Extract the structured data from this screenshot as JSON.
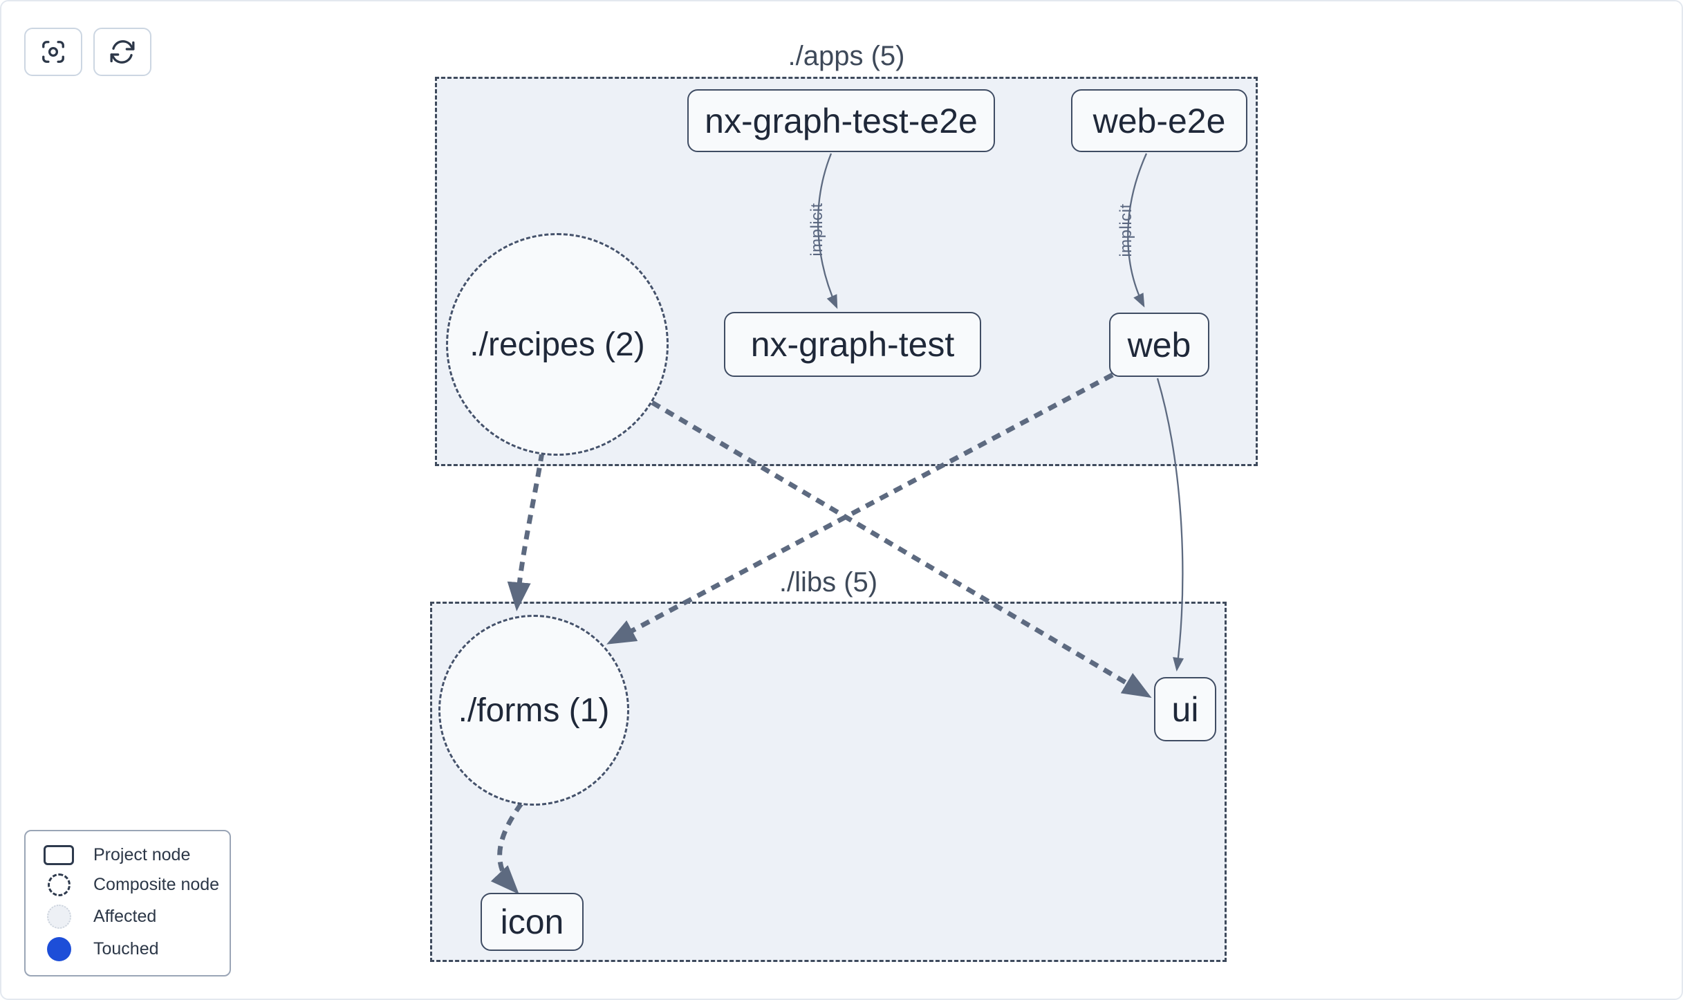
{
  "toolbar": {
    "buttons": [
      {
        "name": "focus",
        "icon": "focus-icon"
      },
      {
        "name": "refresh",
        "icon": "refresh-icon"
      }
    ]
  },
  "graph": {
    "groups": [
      {
        "id": "apps",
        "title": "./apps (5)"
      },
      {
        "id": "libs",
        "title": "./libs (5)"
      }
    ],
    "nodes": {
      "nx_graph_test_e2e": {
        "label": "nx-graph-test-e2e",
        "type": "project",
        "group": "./apps (5)"
      },
      "web_e2e": {
        "label": "web-e2e",
        "type": "project",
        "group": "./apps (5)"
      },
      "recipes": {
        "label": "./recipes (2)",
        "type": "composite",
        "group": "./apps (5)"
      },
      "nx_graph_test": {
        "label": "nx-graph-test",
        "type": "project",
        "group": "./apps (5)"
      },
      "web": {
        "label": "web",
        "type": "project",
        "group": "./apps (5)"
      },
      "forms": {
        "label": "./forms (1)",
        "type": "composite",
        "group": "./libs (5)"
      },
      "ui": {
        "label": "ui",
        "type": "project",
        "group": "./libs (5)"
      },
      "icon": {
        "label": "icon",
        "type": "project",
        "group": "./libs (5)"
      }
    },
    "edges": [
      {
        "from": "nx-graph-test-e2e",
        "to": "nx-graph-test",
        "label": "implicit",
        "style": "solid"
      },
      {
        "from": "web-e2e",
        "to": "web",
        "label": "implicit",
        "style": "solid"
      },
      {
        "from": "web",
        "to": "ui",
        "label": "",
        "style": "solid"
      },
      {
        "from": "./recipes (2)",
        "to": "./forms (1)",
        "label": "",
        "style": "dashed"
      },
      {
        "from": "./recipes (2)",
        "to": "ui",
        "label": "",
        "style": "dashed"
      },
      {
        "from": "web",
        "to": "./forms (1)",
        "label": "",
        "style": "dashed"
      },
      {
        "from": "./forms (1)",
        "to": "icon",
        "label": "",
        "style": "dashed"
      }
    ]
  },
  "legend": {
    "items": [
      {
        "swatch": "project-node-swatch",
        "label": "Project node"
      },
      {
        "swatch": "composite-node-swatch",
        "label": "Composite node"
      },
      {
        "swatch": "affected-swatch",
        "label": "Affected"
      },
      {
        "swatch": "touched-swatch",
        "label": "Touched"
      }
    ]
  },
  "colors": {
    "touched_blue": "#1d4ed8",
    "group_fill": "#edf1f7",
    "edge": "#5d6a80",
    "node_fill": "#f8fafc",
    "node_border": "#3f4c63",
    "node_text": "#1f2839"
  }
}
